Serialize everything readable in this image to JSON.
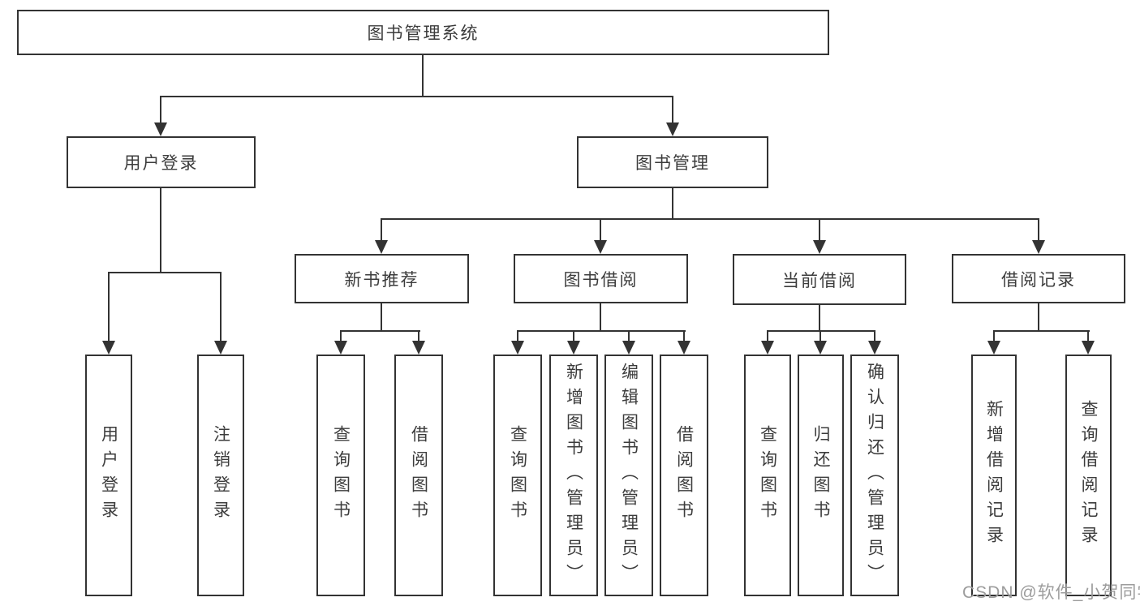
{
  "diagram": {
    "title": "图书管理系统",
    "tree": {
      "label": "图书管理系统",
      "children": [
        {
          "label": "用户登录",
          "children": [
            {
              "label": "用户登录"
            },
            {
              "label": "注销登录"
            }
          ]
        },
        {
          "label": "图书管理",
          "children": [
            {
              "label": "新书推荐",
              "children": [
                {
                  "label": "查询图书"
                },
                {
                  "label": "借阅图书"
                }
              ]
            },
            {
              "label": "图书借阅",
              "children": [
                {
                  "label": "查询图书"
                },
                {
                  "label": "新增图书（管理员）"
                },
                {
                  "label": "编辑图书（管理员）"
                },
                {
                  "label": "借阅图书"
                }
              ]
            },
            {
              "label": "当前借阅",
              "children": [
                {
                  "label": "查询图书"
                },
                {
                  "label": "归还图书"
                },
                {
                  "label": "确认归还（管理员）"
                }
              ]
            },
            {
              "label": "借阅记录",
              "children": [
                {
                  "label": "新增借阅记录"
                },
                {
                  "label": "查询借阅记录"
                }
              ]
            }
          ]
        }
      ]
    }
  },
  "watermark": {
    "text": "CSDN @软件_小贺同学"
  },
  "colors": {
    "line": "#333333",
    "text": "#3c3c3c",
    "watermark": "#9c9c9c",
    "background": "#ffffff"
  }
}
